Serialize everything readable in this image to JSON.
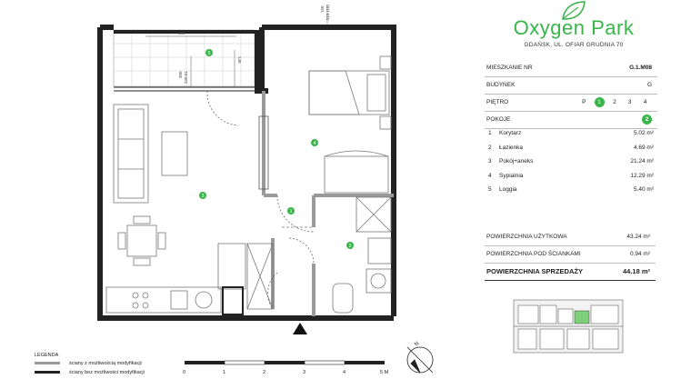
{
  "brand": {
    "name": "Oxygen Park",
    "address": "GDAŃSK, UL. OFIAR GRUDNIA 70"
  },
  "apartment": {
    "number_label": "MIESZKANIE NR",
    "number_value": "G.1.M08",
    "building_label": "BUDYNEK",
    "building_value": "G",
    "floor_label": "PIĘTRO",
    "floors": [
      "P",
      "1",
      "2",
      "3",
      "4"
    ],
    "active_floor": "1",
    "rooms_label": "POKOJE",
    "rooms_value": "2"
  },
  "rooms": [
    {
      "num": "1",
      "name": "Korytarz",
      "area": "5.02 m²"
    },
    {
      "num": "2",
      "name": "Łazienka",
      "area": "4.69 m²"
    },
    {
      "num": "3",
      "name": "Pokój+aneks",
      "area": "21.24 m²"
    },
    {
      "num": "4",
      "name": "Sypialnia",
      "area": "12.29 m²"
    },
    {
      "num": "5",
      "name": "Loggia",
      "area": "5.40 m²"
    }
  ],
  "areas": [
    {
      "label": "POWIERZCHNIA UŻYTKOWA",
      "value": "43.24 m²"
    },
    {
      "label": "POWIERZCHNIA POD ŚCIANKAMI",
      "value": "0.94 m²"
    },
    {
      "label": "POWIERZCHNIA SPRZEDAŻY",
      "value": "44.18 m²"
    }
  ],
  "legend": {
    "title": "LEGENDA",
    "items": [
      {
        "label": "ściany z możliwością modyfikacji",
        "color": "#9a9a9a"
      },
      {
        "label": "ściany bez możliwości modyfikacji",
        "color": "#222222"
      }
    ]
  },
  "scale": {
    "ticks": [
      "0",
      "1",
      "2",
      "3",
      "4",
      "5 M"
    ]
  },
  "plan": {
    "room_markers": [
      "1",
      "2",
      "3",
      "4",
      "5"
    ],
    "dims": {
      "loggia_width": "365",
      "loggia_depth": "148",
      "d1": "300",
      "d2": "239.01",
      "d3": "150",
      "d4": "215 (15)"
    }
  },
  "colors": {
    "accent": "#39b54a",
    "wall": "#222222",
    "light_wall": "#9a9a9a"
  },
  "compass": {
    "label": "N"
  }
}
